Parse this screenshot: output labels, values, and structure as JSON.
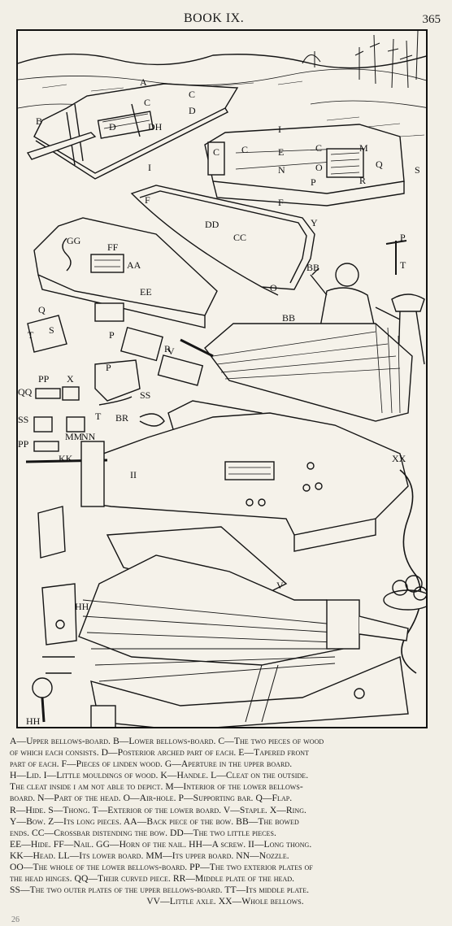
{
  "header": {
    "running_head": "BOOK IX.",
    "page_number": "365"
  },
  "figure": {
    "labels": [
      "A",
      "B",
      "C",
      "C",
      "D",
      "D",
      "DH",
      "I",
      "I",
      "C",
      "C",
      "E",
      "N",
      "C",
      "O",
      "P",
      "M",
      "Q",
      "S",
      "R",
      "F",
      "F",
      "DD",
      "CC",
      "Y",
      "BB",
      "O",
      "P",
      "T",
      "GG",
      "FF",
      "AA",
      "EE",
      "BB",
      "Q",
      "S",
      "T",
      "P",
      "R",
      "P",
      "V",
      "SS",
      "QQ",
      "PP",
      "X",
      "BR",
      "T",
      "SS",
      "PP",
      "MM",
      "NN",
      "KK",
      "II",
      "XX",
      "V",
      "HH"
    ]
  },
  "caption": {
    "lines": [
      "A—Upper bellows-board. B—Lower bellows-board. C—The two pieces of wood",
      "of which each consists. D—Posterior arched part of each. E—Tapered front",
      "part of each. F—Pieces of linden wood. G—Aperture in the upper board.",
      "H—Lid. I—Little mouldings of wood. K—Handle. L—Cleat on the outside.",
      "The cleat inside i am not able to depict. M—Interior of the lower bellows-",
      "board. N—Part of the head. O—Air-hole. P—Supporting bar. Q—Flap.",
      "R—Hide. S—Thong. T—Exterior of the lower board. V—Staple. X—Ring.",
      "Y—Bow. Z—Its long pieces. AA—Back piece of the bow. BB—The bowed",
      "ends. CC—Crossbar distending the bow. DD—The two little pieces.",
      "EE—Hide. FF—Nail. GG—Horn of the nail. HH—A screw. II—Long thong.",
      "KK—Head. LL—Its lower board. MM—Its upper board. NN—Nozzle.",
      "OO—The whole of the lower bellows-board. PP—The two exterior plates of",
      "the head hinges. QQ—Their curved piece. RR—Middle plate of the head.",
      "SS—The two outer plates of the upper bellows-board. TT—Its middle plate.",
      "VV—Little axle. XX—Whole bellows."
    ]
  },
  "footer": {
    "mark": "26"
  }
}
